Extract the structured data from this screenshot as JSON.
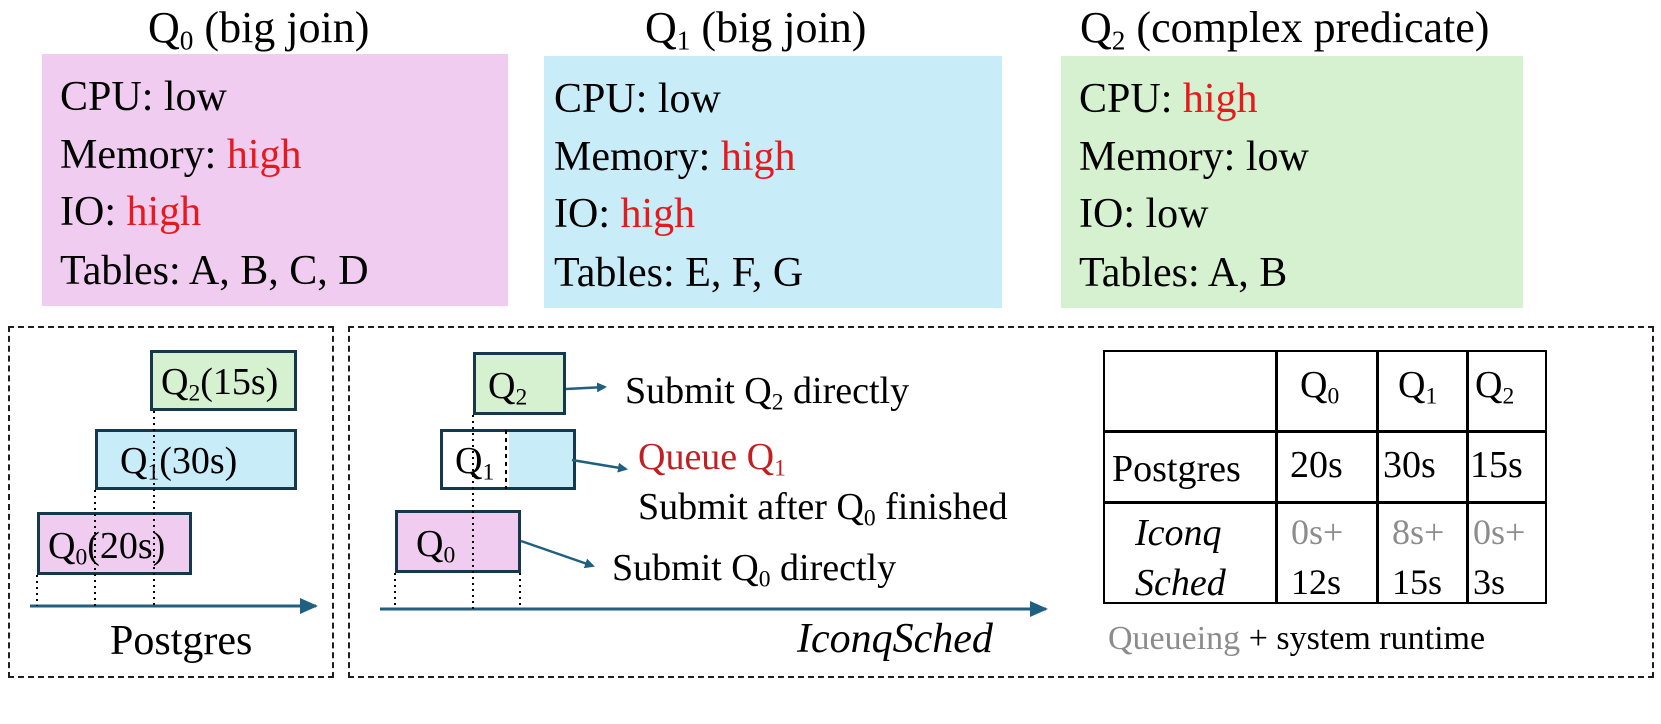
{
  "queries": [
    {
      "name_main": "Q",
      "name_sub": "0",
      "desc": "(big join)",
      "cpu": "low",
      "memory": "high",
      "io": "high",
      "tables": "A, B, C, D",
      "cpu_label": "CPU: ",
      "memory_label": "Memory: ",
      "io_label": "IO: ",
      "tables_label": "Tables: ",
      "bg": "#f0cdf0"
    },
    {
      "name_main": "Q",
      "name_sub": "1",
      "desc": "(big join)",
      "cpu": "low",
      "memory": "high",
      "io": "high",
      "tables": "E, F, G",
      "cpu_label": "CPU: ",
      "memory_label": "Memory: ",
      "io_label": "IO: ",
      "tables_label": "Tables: ",
      "bg": "#c9ecf9"
    },
    {
      "name_main": "Q",
      "name_sub": "2",
      "desc": "(complex predicate)",
      "cpu": "high",
      "memory": "low",
      "io": "low",
      "tables": "A, B",
      "cpu_label": "CPU: ",
      "memory_label": "Memory: ",
      "io_label": "IO: ",
      "tables_label": "Tables: ",
      "bg": "#d6f1cf"
    }
  ],
  "postgres_panel": {
    "label": "Postgres",
    "bars": [
      {
        "q": "Q",
        "sub": "2",
        "time": "(15s)"
      },
      {
        "q": "Q",
        "sub": "1",
        "time": "(30s)"
      },
      {
        "q": "Q",
        "sub": "0",
        "time": "(20s)"
      }
    ]
  },
  "iconq_panel": {
    "label": "IconqSched",
    "bars": [
      {
        "q": "Q",
        "sub": "2"
      },
      {
        "q": "Q",
        "sub": "1"
      },
      {
        "q": "Q",
        "sub": "0"
      }
    ],
    "actions": {
      "q2": {
        "pre": "Submit Q",
        "sub": "2",
        "post": " directly"
      },
      "q1_queue": {
        "pre": "Queue Q",
        "sub": "1"
      },
      "q1_submit": {
        "pre": "Submit after Q",
        "sub": "0",
        "post": " finished"
      },
      "q0": {
        "pre": "Submit Q",
        "sub": "0",
        "post": " directly"
      }
    }
  },
  "runtime_table": {
    "headers": [
      {
        "q": "Q",
        "sub": "0"
      },
      {
        "q": "Q",
        "sub": "1"
      },
      {
        "q": "Q",
        "sub": "2"
      }
    ],
    "rows": [
      {
        "label": "Postgres",
        "cells": [
          "20s",
          "30s",
          "15s"
        ]
      },
      {
        "label_line1": "Iconq",
        "label_line2": "Sched",
        "queue": [
          "0s+",
          "8s+",
          "0s+"
        ],
        "run": [
          "12s",
          "15s",
          "3s"
        ]
      }
    ],
    "caption_queue": "Queueing",
    "caption_rest": " + system runtime"
  },
  "colors": {
    "q0": "#f0cdf0",
    "q1": "#c9ecf9",
    "q2": "#d6f1cf",
    "arrow": "#1f5f7f",
    "box_border": "#15384c",
    "red": "#e8191d",
    "gray": "#8c8c8c"
  }
}
